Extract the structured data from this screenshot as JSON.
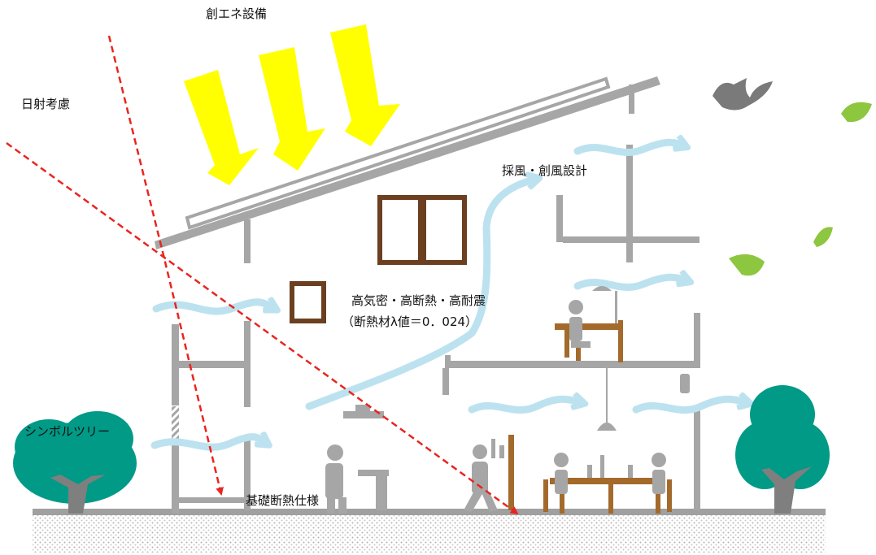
{
  "labels": {
    "energy": "創エネ設備",
    "solar": "日射考慮",
    "wind": "採風・創風設計",
    "insulation_line1": "高気密・高断熱・高耐震",
    "insulation_line2": "（断熱材λ値＝0．024）",
    "tree": "シンボルツリー",
    "foundation": "基礎断熱仕様"
  },
  "colors": {
    "structure": "#a6a6a6",
    "ground": "#a0a0a0",
    "sun_arrow": "#ffff00",
    "wind_arrow": "#bde2ef",
    "sunlight_line": "#e8251f",
    "window_frame": "#6b3f1f",
    "furniture": "#a36a2c",
    "tree_canopy": "#009a86",
    "leaf": "#8dc63f",
    "person": "#a6a6a6"
  }
}
